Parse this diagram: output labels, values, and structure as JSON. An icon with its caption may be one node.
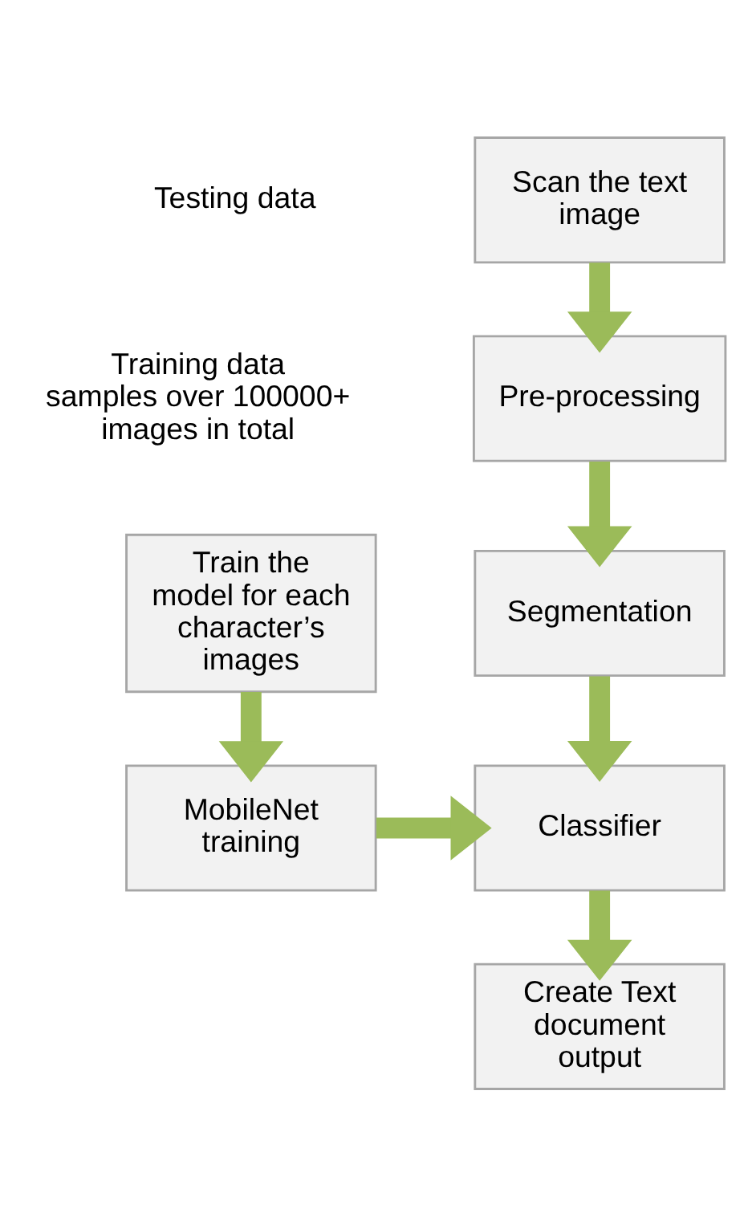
{
  "diagram": {
    "nodes": [
      {
        "text": [
          "Scan the text image"
        ]
      },
      {
        "text": [
          "Pre-processing"
        ]
      },
      {
        "text": [
          "Segmentation"
        ]
      },
      {
        "text": [
          "Classifier"
        ]
      },
      {
        "text": [
          "Create Text document output"
        ]
      },
      {
        "text": [
          "Train the model for each character’s images"
        ]
      },
      {
        "text": [
          "MobileNet training"
        ]
      }
    ],
    "edges": [
      {
        "from": 0,
        "to": 1,
        "arrow": "to"
      },
      {
        "from": 1,
        "to": 2,
        "arrow": "to"
      },
      {
        "from": 2,
        "to": 3,
        "arrow": "to"
      },
      {
        "from": 3,
        "to": 4,
        "arrow": "to"
      },
      {
        "from": 5,
        "to": 6,
        "arrow": "to"
      },
      {
        "from": 6,
        "to": 3,
        "arrow": "to"
      }
    ],
    "labels": [
      "Testing data",
      "Training data samples over 100000+ images in total"
    ]
  }
}
